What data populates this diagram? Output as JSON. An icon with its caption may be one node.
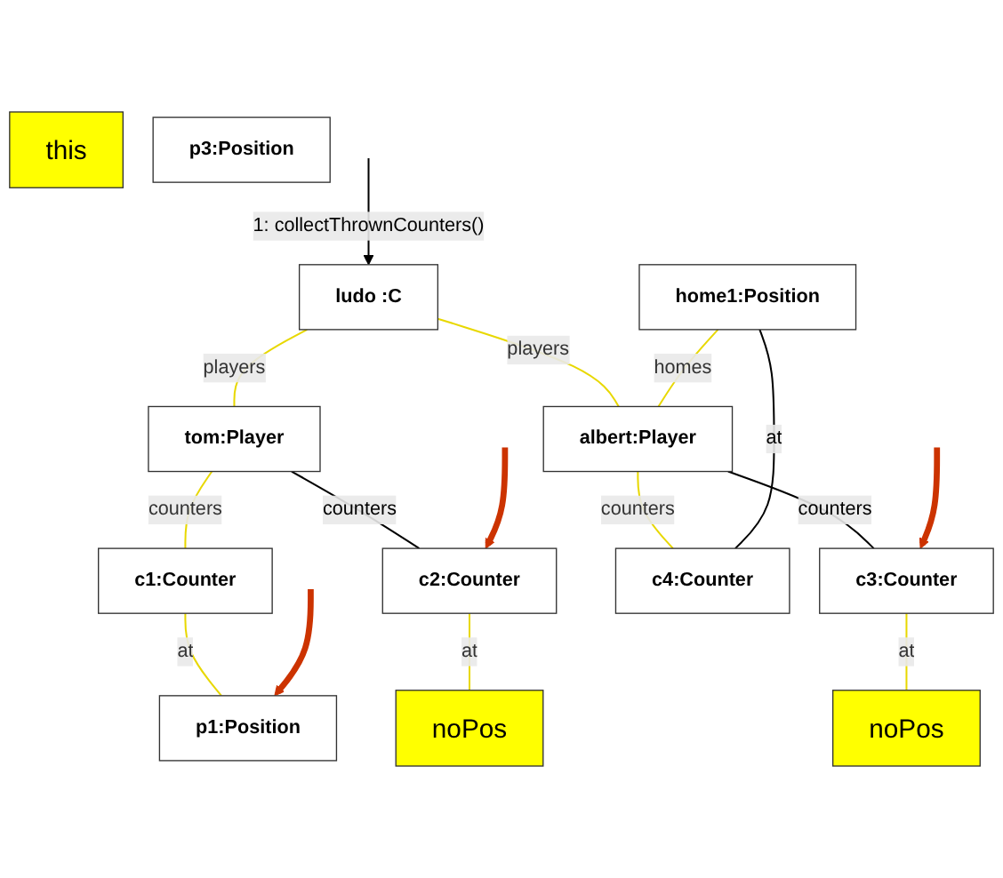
{
  "diagram": {
    "nodes": [
      {
        "text": [
          "ludo :C"
        ]
      },
      {
        "text": [
          "this"
        ]
      },
      {
        "text": [
          "home1:Position"
        ]
      },
      {
        "text": [
          "tom:Player"
        ]
      },
      {
        "text": [
          "albert:Player"
        ]
      },
      {
        "text": [
          "c1:Counter"
        ]
      },
      {
        "text": [
          "c2:Counter"
        ]
      },
      {
        "text": [
          "c3:Counter"
        ]
      },
      {
        "text": [
          "c4:Counter"
        ]
      },
      {
        "text": [
          "p1:Position"
        ]
      },
      {
        "text": [
          "noPos"
        ]
      },
      {
        "text": [
          "noPos"
        ]
      },
      {
        "text": [
          "p3:Position"
        ]
      }
    ],
    "edges": [
      {
        "from": null,
        "to": 0,
        "arrow": "to",
        "label": "1: collectThrownCounters()",
        "color": "#000000"
      },
      {
        "from": 0,
        "to": 3,
        "arrow": "none",
        "label": "players"
      },
      {
        "from": 0,
        "to": 4,
        "arrow": "none",
        "label": "players"
      },
      {
        "from": 2,
        "to": 4,
        "arrow": "none",
        "label": "homes"
      },
      {
        "from": 3,
        "to": 5,
        "arrow": "none",
        "label": "counters"
      },
      {
        "from": 3,
        "to": 6,
        "arrow": "none",
        "label": "counters",
        "color": "#000000"
      },
      {
        "from": 4,
        "to": 7,
        "arrow": "none",
        "label": "counters",
        "color": "#000000"
      },
      {
        "from": 4,
        "to": 8,
        "arrow": "none",
        "label": "counters"
      },
      {
        "from": 2,
        "to": 8,
        "arrow": "none",
        "label": "at",
        "color": "#000000"
      },
      {
        "from": 5,
        "to": 9,
        "arrow": "none",
        "label": "at"
      },
      {
        "from": 6,
        "to": 10,
        "arrow": "none",
        "label": "at"
      },
      {
        "from": 7,
        "to": 11,
        "arrow": "none",
        "label": "at"
      },
      {
        "from": null,
        "to": 6,
        "arrow": "to",
        "style": "thick",
        "color": "#cc3300"
      },
      {
        "from": null,
        "to": 7,
        "arrow": "to",
        "style": "thick",
        "color": "#cc3300"
      },
      {
        "from": null,
        "to": 9,
        "arrow": "to",
        "style": "thick",
        "color": "#cc3300"
      }
    ]
  }
}
